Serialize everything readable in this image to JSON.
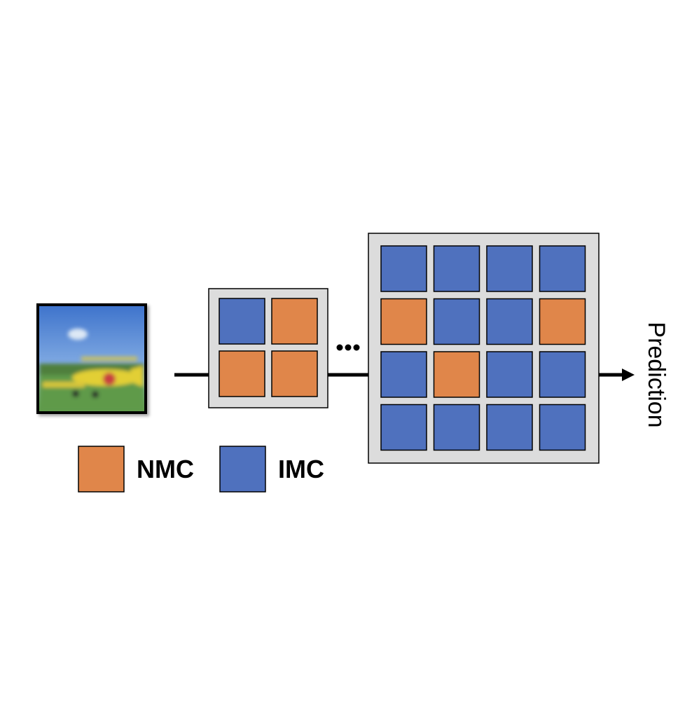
{
  "colors": {
    "nmc": "#E0864A",
    "imc": "#4F71BE",
    "panel_fill": "#DCDCDC",
    "line": "#000000",
    "sky": "#4E88D8",
    "grass": "#5E9A48",
    "plane": "#E2CF35"
  },
  "input_image": {
    "icon": "airplane-photo",
    "description_hidden": true
  },
  "small_grid": {
    "rows": 2,
    "cols": 2,
    "cells": [
      [
        "IMC",
        "NMC"
      ],
      [
        "NMC",
        "NMC"
      ]
    ]
  },
  "ellipsis": "...",
  "large_grid": {
    "rows": 4,
    "cols": 4,
    "cells": [
      [
        "IMC",
        "IMC",
        "IMC",
        "IMC"
      ],
      [
        "NMC",
        "IMC",
        "IMC",
        "NMC"
      ],
      [
        "IMC",
        "NMC",
        "IMC",
        "IMC"
      ],
      [
        "IMC",
        "IMC",
        "IMC",
        "IMC"
      ]
    ]
  },
  "output_label": "Prediction",
  "legend": [
    {
      "key": "NMC",
      "label": "NMC"
    },
    {
      "key": "IMC",
      "label": "IMC"
    }
  ]
}
